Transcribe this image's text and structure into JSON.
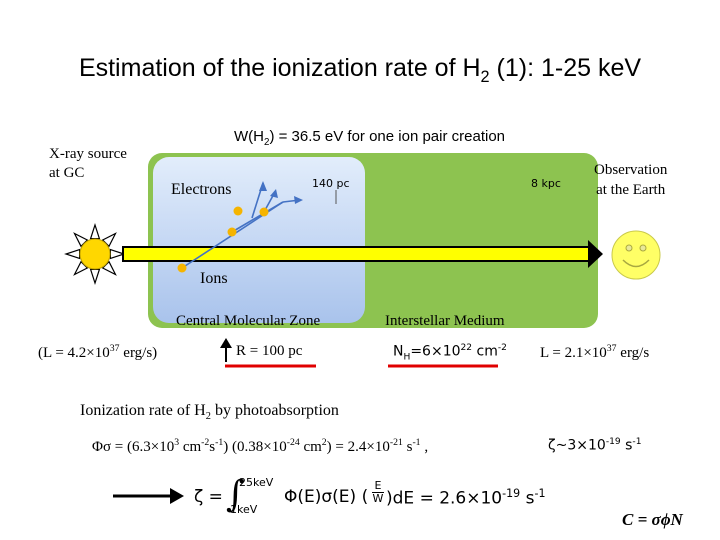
{
  "title": {
    "main": "Estimation of the ionization rate of H",
    "sub": "2",
    "tail": " (1): 1-25 keV"
  },
  "w_label": {
    "pre": "W(H",
    "sub": "2",
    "post": ") = 36.5 eV for one ion pair creation"
  },
  "xray_source": {
    "line1": "X-ray source",
    "line2": "at GC"
  },
  "observation": {
    "line1": "Observation",
    "line2": "at the Earth"
  },
  "electrons_label": "Electrons",
  "ions_label": "Ions",
  "distance_140": "140 pc",
  "distance_8": "8 kpc",
  "central_zone": "Central Molecular Zone",
  "ism": "Interstellar Medium",
  "luminosity_src": {
    "pre": "(L = 4.2×10",
    "sup": "37",
    "post": " erg/s)"
  },
  "radius": "R = 100 pc",
  "column_density": {
    "pre": "N",
    "sub": "H",
    "mid": "=6×10",
    "sup": "22",
    "post": " cm",
    "sup2": "-2"
  },
  "luminosity_obs": {
    "pre": "L = 2.1×10",
    "sup": "37",
    "post": " erg/s"
  },
  "ionization_heading": {
    "pre": "Ionization rate of H",
    "sub": "2",
    "post": " by photoabsorption"
  },
  "phi_sigma": {
    "a": "Φσ = (6.3×10",
    "a_sup": "3",
    "b": " cm",
    "b_sup": "-2",
    "c": "s",
    "c_sup": "-1",
    "d": ") (0.38×10",
    "d_sup": "-24",
    "e": " cm",
    "e_sup": "2",
    "f": ") = 2.4×10",
    "f_sup": "-21",
    "g": " s",
    "g_sup": "-1",
    "h": " ,"
  },
  "zeta_result": {
    "pre": "ζ~3×10",
    "sup": "-19",
    "mid": " s",
    "sup2": "-1"
  },
  "formula": {
    "lhs": "ζ =",
    "upper": "25keV",
    "lower": "1keV",
    "integrand": "Φ(E)σ(E) (",
    "frac_num": "E",
    "frac_den": "W",
    "tail": ")dE = 2.6×10",
    "tail_sup": "-19",
    "tail_end": " s",
    "tail_sup2": "-1"
  },
  "c_formula": "C = σϕN",
  "colors": {
    "green": "#8dc350",
    "cloud": "#c3d6f3",
    "sun": "#ffd700",
    "smiley": "#ffff66",
    "beam": "#ffff00",
    "red": "#e00000",
    "dots": "#f5b400",
    "track": "#4472c4"
  }
}
